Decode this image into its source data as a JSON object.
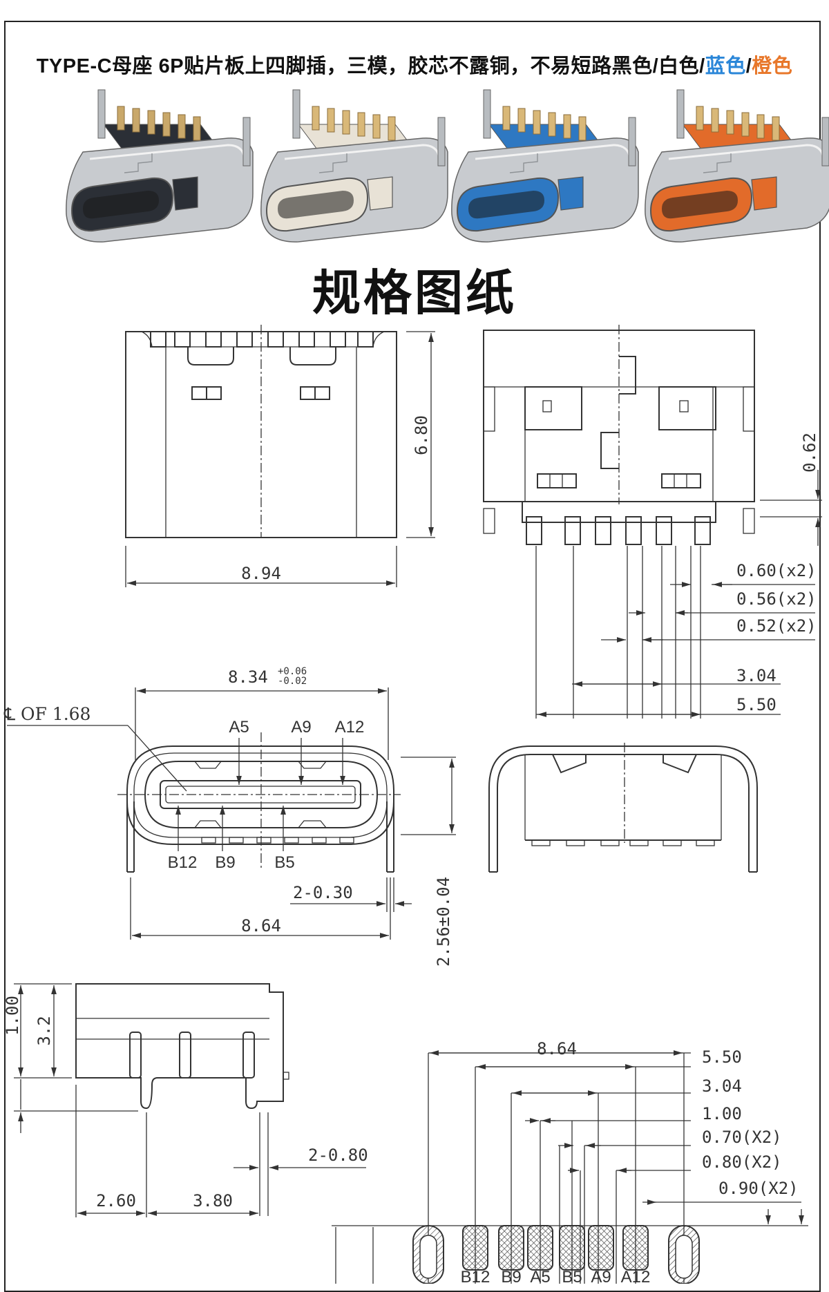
{
  "header": {
    "title_main": "TYPE-C母座 6P贴片板上四脚插，三模，胶芯不露铜，不易短路黑色/白色/",
    "color_blue": "蓝色",
    "slash": "/",
    "color_orange": "橙色"
  },
  "spec_title": "规格图纸",
  "products": [
    {
      "name": "black",
      "body": "#2b2f36",
      "pins": "#c9a86a"
    },
    {
      "name": "white",
      "body": "#e8e2d6",
      "pins": "#d9b878"
    },
    {
      "name": "blue",
      "body": "#2e78c2",
      "pins": "#d9b878"
    },
    {
      "name": "orange",
      "body": "#e26b2a",
      "pins": "#d9b878"
    }
  ],
  "top_view": {
    "width": "8.94",
    "height": "6.80"
  },
  "side_view": {
    "dim_062": "0.62",
    "dim_060": "0.60(x2)",
    "dim_056": "0.56(x2)",
    "dim_052": "0.52(x2)",
    "dim_304": "3.04",
    "dim_550": "5.50"
  },
  "front_view": {
    "width_main": "8.34",
    "tol_upper": "+0.06",
    "tol_lower": "-0.02",
    "centerline": "℄ OF 1.68",
    "pins_top": [
      "A5",
      "A9",
      "A12"
    ],
    "pins_bottom": [
      "B12",
      "B9",
      "B5"
    ],
    "dim_030": "2-0.30",
    "dim_864": "8.64",
    "dim_256": "2.56±0.04"
  },
  "profile_view": {
    "dim_100": "1.00",
    "dim_32": "3.2",
    "dim_080": "2-0.80",
    "dim_260": "2.60",
    "dim_380": "3.80"
  },
  "footprint": {
    "dim_864": "8.64",
    "dim_550": "5.50",
    "dim_304": "3.04",
    "dim_100": "1.00",
    "dim_070": "0.70(X2)",
    "dim_080": "0.80(X2)",
    "dim_090": "0.90(X2)",
    "pads": [
      "B12",
      "B9",
      "A5",
      "B5",
      "A9",
      "A12"
    ]
  }
}
